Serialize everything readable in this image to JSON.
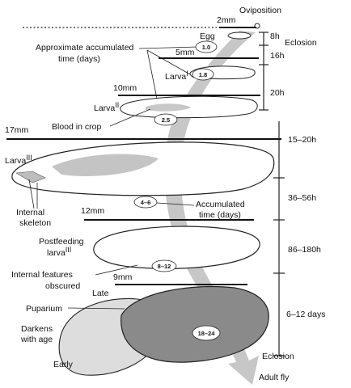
{
  "events": {
    "oviposition": "Oviposition",
    "eclosion_top": "Eclosion",
    "eclosion_bottom": "Eclosion",
    "adult_fly": "Adult fly"
  },
  "stages": {
    "egg": "Egg",
    "larva1": "Larva",
    "larva1_sup": "I",
    "larva2": "Larva",
    "larva2_sup": "II",
    "larva3": "Larva",
    "larva3_sup": "III",
    "postfeeding_line1": "Postfeeding",
    "postfeeding_line2": "larva",
    "postfeeding_sup": "III",
    "puparium": "Puparium",
    "late": "Late",
    "early": "Early"
  },
  "annotations": {
    "approx_line1": "Approximate accumulated",
    "approx_line2": "time (days)",
    "blood_in_crop": "Blood in crop",
    "internal_skeleton_line1": "Internal",
    "internal_skeleton_line2": "skeleton",
    "accumulated_line1": "Accumulated",
    "accumulated_line2": "time (days)",
    "internal_features_line1": "Internal features",
    "internal_features_line2": "obscured",
    "darkens_line1": "Darkens",
    "darkens_line2": "with age"
  },
  "scale_bars": [
    "2mm",
    "5mm",
    "10mm",
    "17mm",
    "12mm",
    "9mm"
  ],
  "durations": [
    "8h",
    "16h",
    "20h",
    "15–20h",
    "36–56h",
    "86–180h",
    "6–12 days"
  ],
  "accumulated_days": [
    "1.0",
    "1.8",
    "2.5",
    "4–6",
    "8–12",
    "18–24"
  ]
}
